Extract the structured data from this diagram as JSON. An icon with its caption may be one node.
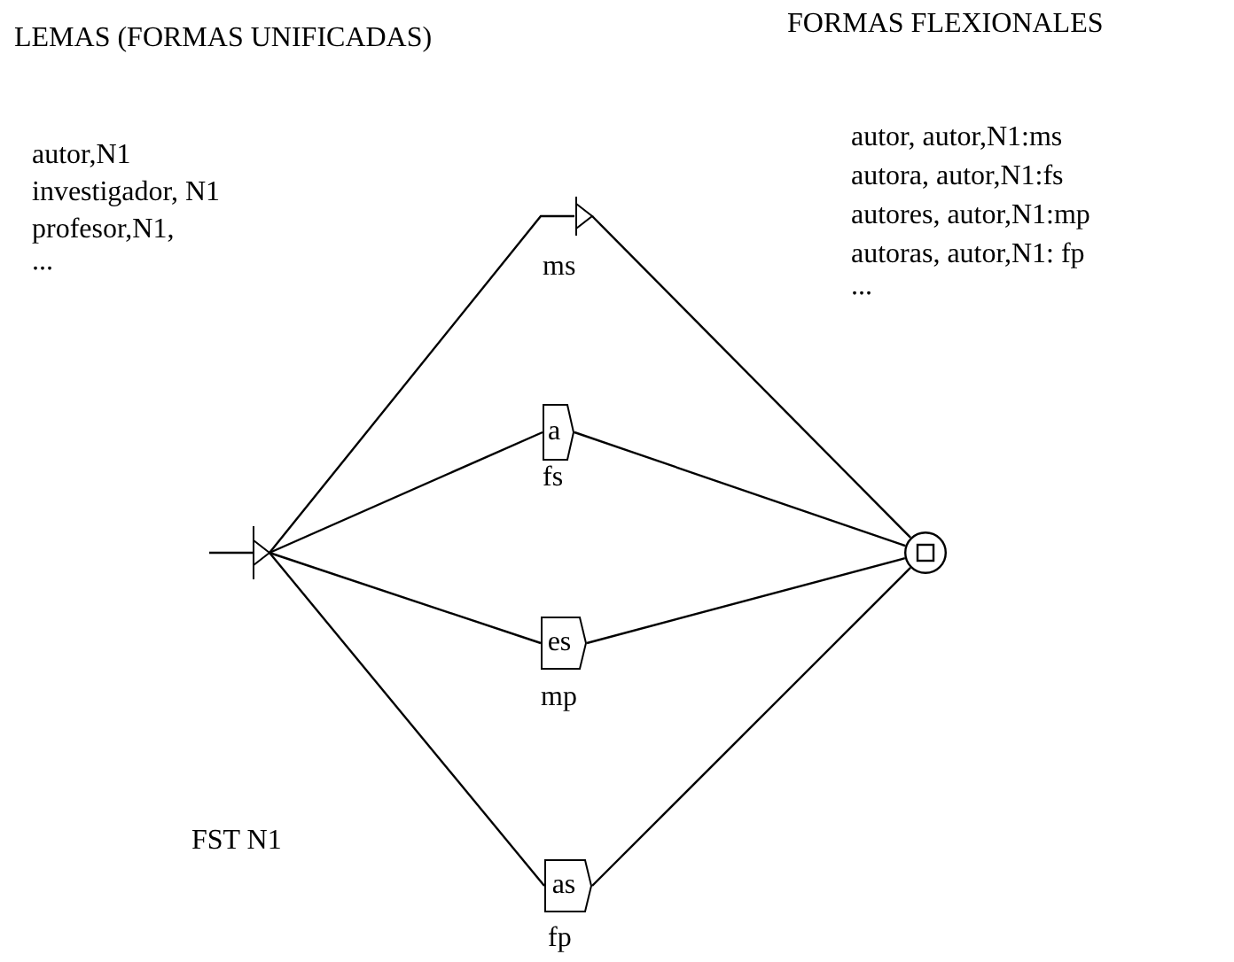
{
  "diagram": {
    "nodes": [
      {
        "text": [],
        "shape": "triangle"
      },
      {
        "text": [],
        "shape": "triangle",
        "beside": [
          "ms"
        ]
      },
      {
        "text": [
          "a"
        ],
        "beside": [
          "fs"
        ]
      },
      {
        "text": [
          "es"
        ],
        "beside": [
          "mp"
        ]
      },
      {
        "text": [
          "as"
        ],
        "beside": [
          "fp"
        ]
      },
      {
        "text": [],
        "shape": "circle"
      }
    ],
    "edges": [
      {
        "from": 0,
        "to": 1,
        "arrow": "none"
      },
      {
        "from": 0,
        "to": 2,
        "arrow": "none"
      },
      {
        "from": 0,
        "to": 3,
        "arrow": "none"
      },
      {
        "from": 0,
        "to": 4,
        "arrow": "none"
      },
      {
        "from": 1,
        "to": 5,
        "arrow": "none"
      },
      {
        "from": 2,
        "to": 5,
        "arrow": "none"
      },
      {
        "from": 3,
        "to": 5,
        "arrow": "none"
      },
      {
        "from": 4,
        "to": 5,
        "arrow": "none"
      }
    ],
    "labels": [
      "LEMAS (FORMAS UNIFICADAS)",
      "FORMAS FLEXIONALES",
      "autor,N1",
      "investigador, N1",
      "profesor,N1,",
      "...",
      "autor, autor,N1:ms",
      "autora, autor,N1:fs",
      "autores, autor,N1:mp",
      "autoras, autor,N1: fp",
      "...",
      "FST N1"
    ]
  }
}
